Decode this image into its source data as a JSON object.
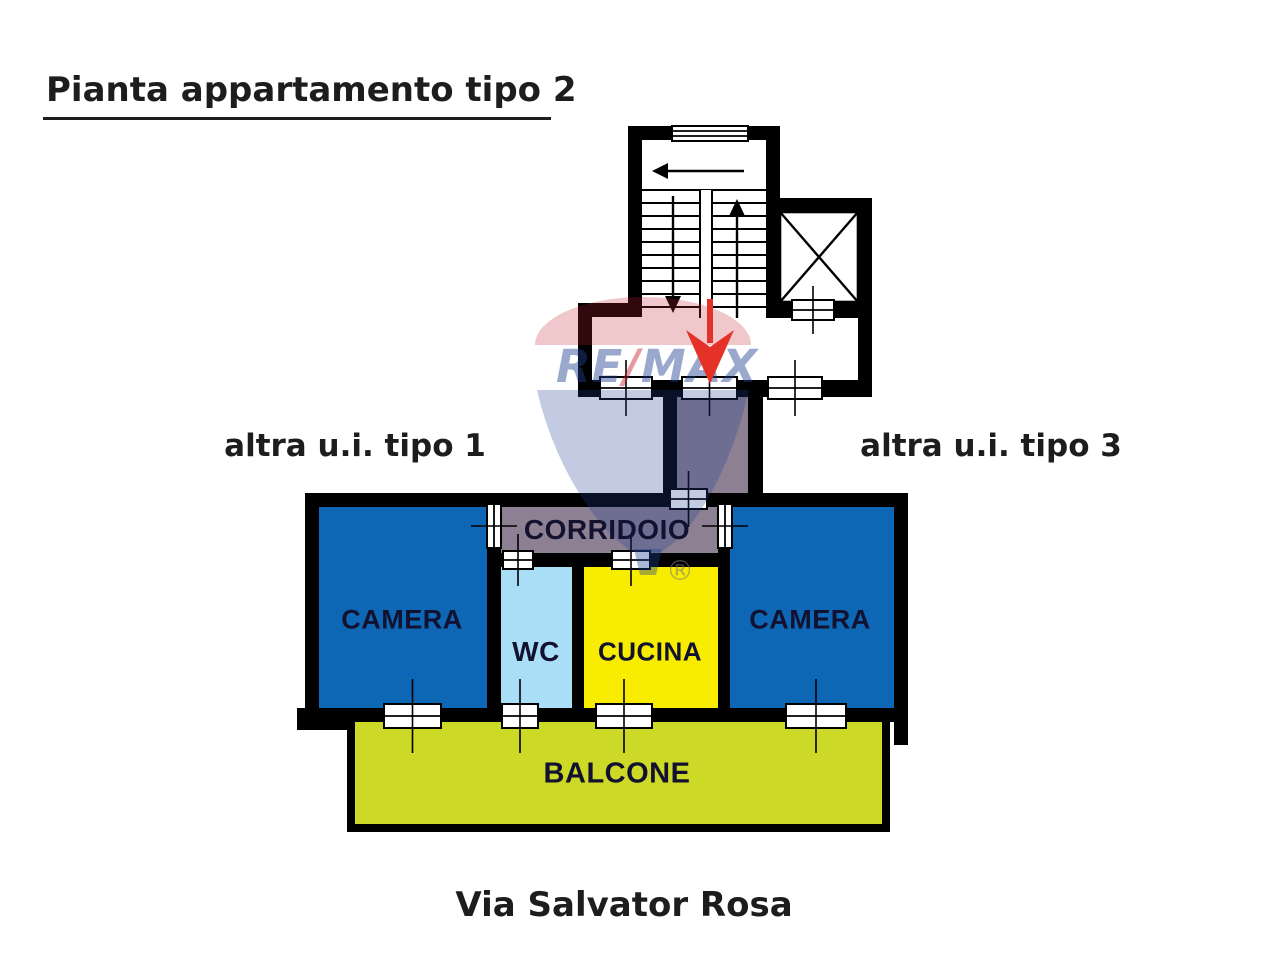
{
  "title": "Pianta appartamento tipo 2",
  "street": "Via Salvator Rosa",
  "adjacent_left": "altra u.i. tipo 1",
  "adjacent_right": "altra u.i. tipo 3",
  "rooms": {
    "corridoio": {
      "label": "CORRIDOIO",
      "color": "#8d8093"
    },
    "camera_left": {
      "label": "CAMERA",
      "color": "#0d67b4"
    },
    "wc": {
      "label": "WC",
      "color": "#aaddf6"
    },
    "cucina": {
      "label": "CUCINA",
      "color": "#f8ec00"
    },
    "camera_right": {
      "label": "CAMERA",
      "color": "#0d67b4"
    },
    "balcone": {
      "label": "BALCONE",
      "color": "#cdd927"
    },
    "ingresso": {
      "color": "#8d8093"
    }
  },
  "plan": {
    "wall_color": "#000000",
    "entrance_arrow_color": "#e53228"
  },
  "watermark": {
    "brand_left": "RE",
    "slash": "/",
    "brand_right": "MAX",
    "registered": "®",
    "red": "#c41f2c",
    "blue": "#1c3f8f"
  }
}
